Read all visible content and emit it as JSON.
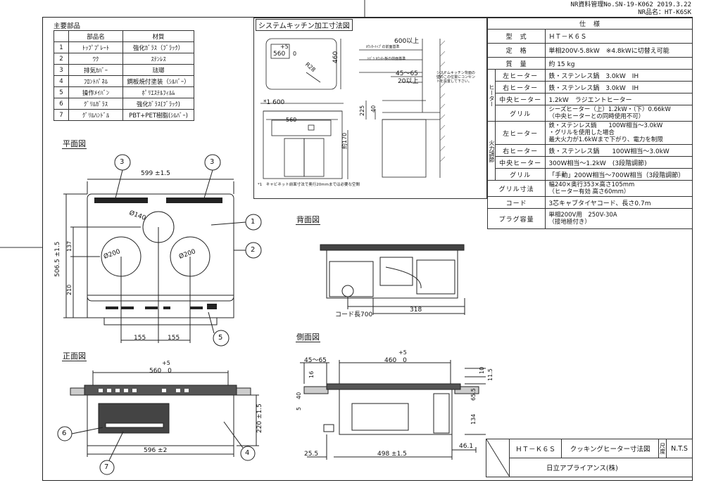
{
  "header": {
    "doc_no": "NR資料管理No.SN-19-K062 2019.3.22",
    "product_no": "NR品名：HT-K6SK"
  },
  "parts": {
    "title": "主要部品",
    "col_name": "部品名",
    "col_material": "材質",
    "rows": [
      {
        "no": "1",
        "name": "ﾄｯﾌﾟﾌﾟﾚｰﾄ",
        "material": "強化ｶﾞﾗｽ（ﾌﾞﾗｯｸ）"
      },
      {
        "no": "2",
        "name": "ﾜｸ",
        "material": "ｽﾃﾝﾚｽ"
      },
      {
        "no": "3",
        "name": "排気ｶﾊﾞｰ",
        "material": "琺瑯"
      },
      {
        "no": "4",
        "name": "ﾌﾛﾝﾄﾊﾟﾈﾙ",
        "material": "鋼板焼付塗装（ｼﾙﾊﾞｰ）"
      },
      {
        "no": "5",
        "name": "操作ﾒｲﾊﾞﾝ",
        "material": "ﾎﾟﾘｴｽﾃﾙﾌｨﾙﾑ"
      },
      {
        "no": "6",
        "name": "ｸﾞﾘﾙｶﾞﾗｽ",
        "material": "強化ｶﾞﾗｽ(ﾌﾞﾗｯｸ)"
      },
      {
        "no": "7",
        "name": "ｸﾞﾘﾙﾊﾝﾄﾞﾙ",
        "material": "PBT+PET樹脂(ｼﾙﾊﾞｰ)"
      }
    ]
  },
  "system": {
    "title": "システムキッチン加工寸法図",
    "d600": "600以上",
    "counter_ref": "ｶｳﾝﾀｰﾄｯﾌﾟの前面基準",
    "door_ref": "ﾄﾋﾞﾗ ｶｳﾝﾀｰ板の前面基準",
    "d45_65": "45～65",
    "d20": "20以上",
    "wall_note": "システムキッチン背面の壁のこの位置にコンセントを設置して下さい。",
    "d560": "560",
    "d460": "460",
    "tol": "+5",
    "tol0": "0",
    "r28": "R28",
    "d1600": "*1 600",
    "d560b": "560",
    "d225": "225",
    "d40": "40",
    "d170": "約170",
    "footnote": "*1　キャビネット前面寸法で奥行20mmまでは必要な空間"
  },
  "spec": {
    "title": "仕　様",
    "rows": [
      {
        "label": "型　式",
        "value": "ＨＴ－Ｋ６Ｓ"
      },
      {
        "label": "定　格",
        "value": "単相200V-5.8kW　※4.8kWに切替え可能"
      },
      {
        "label": "質　量",
        "value": "約 15 kg"
      }
    ],
    "heater_group": "ヒーター",
    "heater_rows": [
      {
        "label": "左ヒーター",
        "value": "鉄・ステンレス鍋　3.0kW　IH"
      },
      {
        "label": "右ヒーター",
        "value": "鉄・ステンレス鍋　3.0kW　IH"
      },
      {
        "label": "中央ヒーター",
        "value": "1.2kW　ラジエントヒーター"
      },
      {
        "label": "グリル",
        "value": "シーズヒーター（上）1.2kW・（下）0.66kW",
        "value2": "（中央ヒーターとの同時使用不可）"
      }
    ],
    "fire_group": "火力調節",
    "fire_rows": [
      {
        "label": "左ヒーター",
        "value": "鉄・ステンレス鍋　　100W相当～3.0kW",
        "value2": "・グリルを使用した場合",
        "value3": "最大火力が1.6kWまで下がり、電力を制限"
      },
      {
        "label": "右ヒーター",
        "value": "鉄・ステンレス鍋　　100W相当～3.0kW"
      },
      {
        "label": "中央ヒーター",
        "value": "300W相当～1.2kW　(3段階調節)"
      },
      {
        "label": "グリル",
        "value": "「手動」200W相当～700W相当（3段階調節）"
      }
    ],
    "tail_rows": [
      {
        "label": "グリル寸法",
        "value": "幅240×奥行353×高さ105mm",
        "value2": "（ヒーター有効 高さ60mm）"
      },
      {
        "label": "コード",
        "value": "3芯キャブタイヤコード、長さ0.7m"
      },
      {
        "label": "プラグ容量",
        "value": "単相200V用　250V-30A",
        "value2": "（接地極付き）"
      }
    ]
  },
  "views": {
    "plan": "平面図",
    "back": "背面図",
    "front": "正面図",
    "side": "側面図"
  },
  "plan": {
    "w599": "599 ±1.5",
    "h506": "506.5 ±1.5",
    "d137": "137",
    "d210": "210",
    "d155a": "155",
    "d155b": "155",
    "phi140": "Ø140",
    "phi200a": "Ø200",
    "phi200b": "Ø200",
    "c1": "1",
    "c2": "2",
    "c3a": "3",
    "c3b": "3",
    "c5": "5"
  },
  "back": {
    "cord": "コード長700",
    "d318": "318"
  },
  "front": {
    "tol": "+5",
    "w560": "560　0",
    "h220": "220 ±1.5",
    "w596": "596 ±2",
    "c4": "4",
    "c6": "6",
    "c7": "7"
  },
  "side": {
    "d45_65": "45～65",
    "tol": "+5",
    "d460": "460　0",
    "d16": "16",
    "d40": "40",
    "d5": "5",
    "d10": "10",
    "d11_5": "11.5",
    "d65_5": "65.5",
    "d134": "134",
    "d46_1": "46.1",
    "d25_5": "25.5",
    "d498": "498 ±1.5"
  },
  "titleblock": {
    "model": "ＨＴ－Ｋ６Ｓ",
    "name": "クッキングヒーター寸法図",
    "scale_label": "尺度",
    "scale": "N.T.S",
    "company": "日立アプライアンス(株)"
  }
}
